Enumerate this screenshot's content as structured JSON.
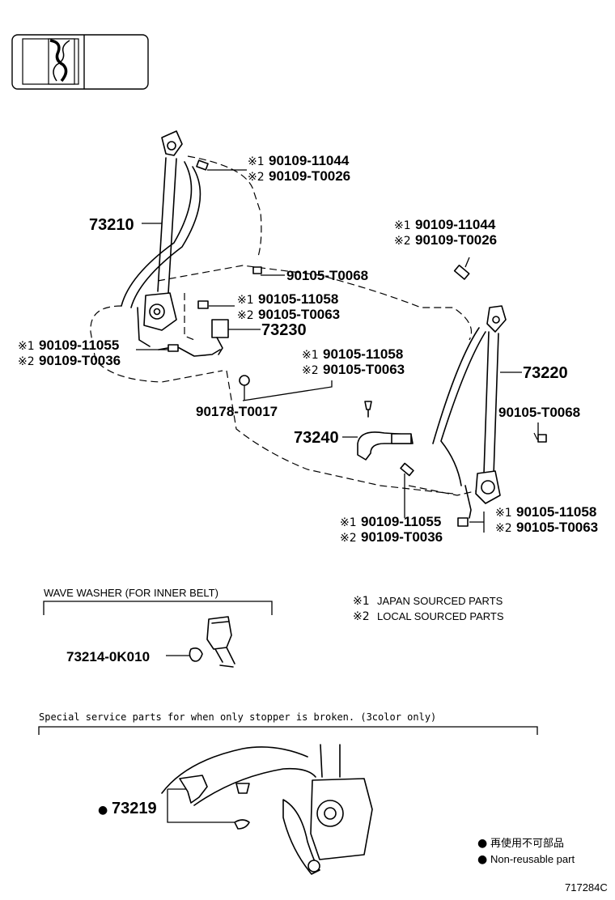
{
  "legend": {
    "japan_mark": "※1",
    "japan_text": "JAPAN SOURCED PARTS",
    "local_mark": "※2",
    "local_text": "LOCAL SOURCED PARTS"
  },
  "labels": {
    "p73210": "73210",
    "p73220": "73220",
    "p73230": "73230",
    "p73240": "73240",
    "p73214": "73214-0K010",
    "p73219": "73219",
    "p90178": "90178-T0017",
    "bolt_l_top_1": "90109-11044",
    "bolt_l_top_2": "90109-T0026",
    "bolt_r_top_1": "90109-11044",
    "bolt_r_top_2": "90109-T0026",
    "anchor_l_0068": "90105-T0068",
    "anchor_r_0068": "90105-T0068",
    "bolt_l_mid_1": "90105-11058",
    "bolt_l_mid_2": "90105-T0063",
    "bolt_c_mid_1": "90105-11058",
    "bolt_c_mid_2": "90105-T0063",
    "bolt_r_bot_1": "90105-11058",
    "bolt_r_bot_2": "90105-T0063",
    "bolt_l_low_1": "90109-11055",
    "bolt_l_low_2": "90109-T0036",
    "bolt_c_low_1": "90109-11055",
    "bolt_c_low_2": "90109-T0036"
  },
  "marks": {
    "m1": "※1",
    "m2": "※2",
    "dot": "●"
  },
  "wave_washer_title": "WAVE WASHER (FOR INNER BELT)",
  "special_title": "Special service parts for when only stopper is broken. (3color only)",
  "nonreusable": {
    "jp": "再使用不可部品",
    "en": "Non-reusable part"
  },
  "figure_id": "717284C"
}
